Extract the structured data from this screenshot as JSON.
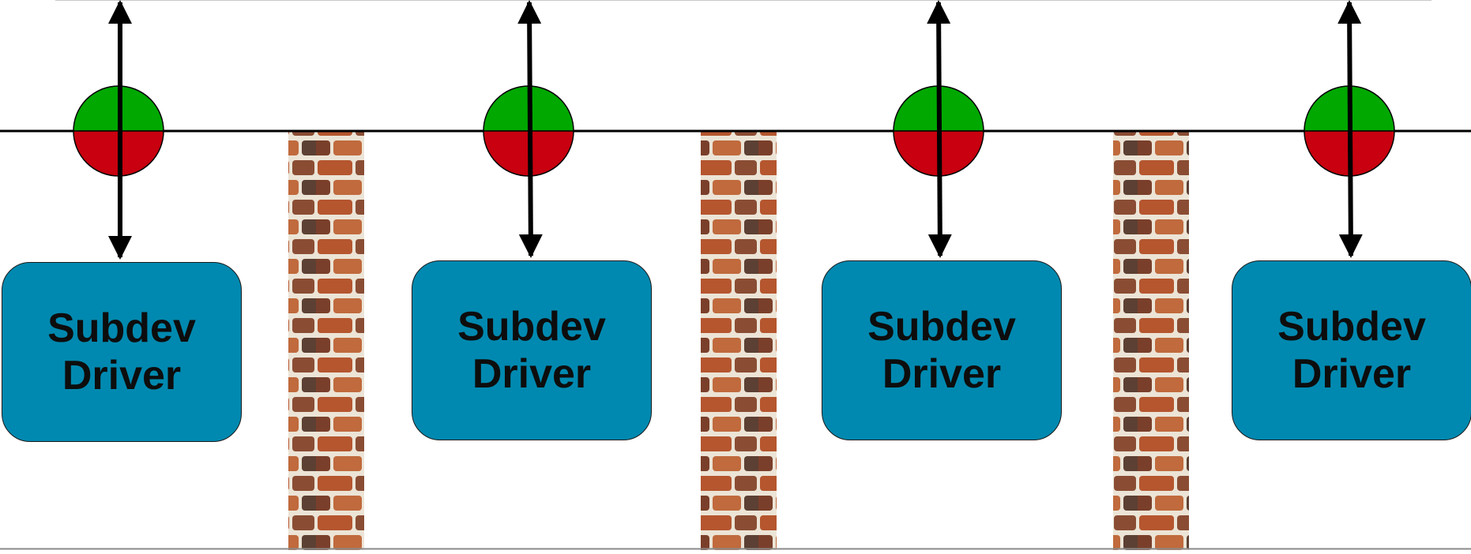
{
  "drivers": [
    {
      "line1": "Subdev",
      "line2": "Driver"
    },
    {
      "line1": "Subdev",
      "line2": "Driver"
    },
    {
      "line1": "Subdev",
      "line2": "Driver"
    },
    {
      "line1": "Subdev",
      "line2": "Driver"
    }
  ],
  "colors": {
    "driver_fill": "#0089b0",
    "connector_top": "#00a800",
    "connector_bottom": "#c8000f",
    "bus_line": "#000000",
    "brick": "#b5562f",
    "mortar": "#ece4d6"
  },
  "icons": {
    "connector": "pad-icon",
    "arrow": "double-arrow-icon",
    "wall": "brick-wall-icon"
  }
}
